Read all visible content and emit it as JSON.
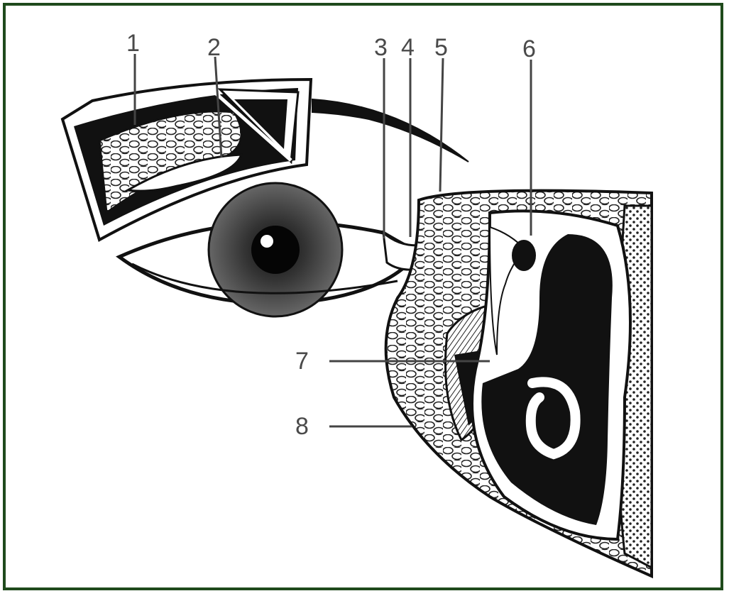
{
  "labels": [
    "1",
    "2",
    "3",
    "4",
    "5",
    "6",
    "7",
    "8"
  ],
  "colors": {
    "border": "#1f4a1c",
    "ink": "#111111",
    "label": "#4a4a4a",
    "leader": "#444444"
  },
  "figure": {
    "parts": [
      "eyebrow-section",
      "fat-lobules",
      "gland",
      "eyebrow-hair",
      "eye",
      "iris",
      "lacrimal-duct",
      "nasal-tissue",
      "nasal-cavity",
      "nasal-concha"
    ]
  }
}
